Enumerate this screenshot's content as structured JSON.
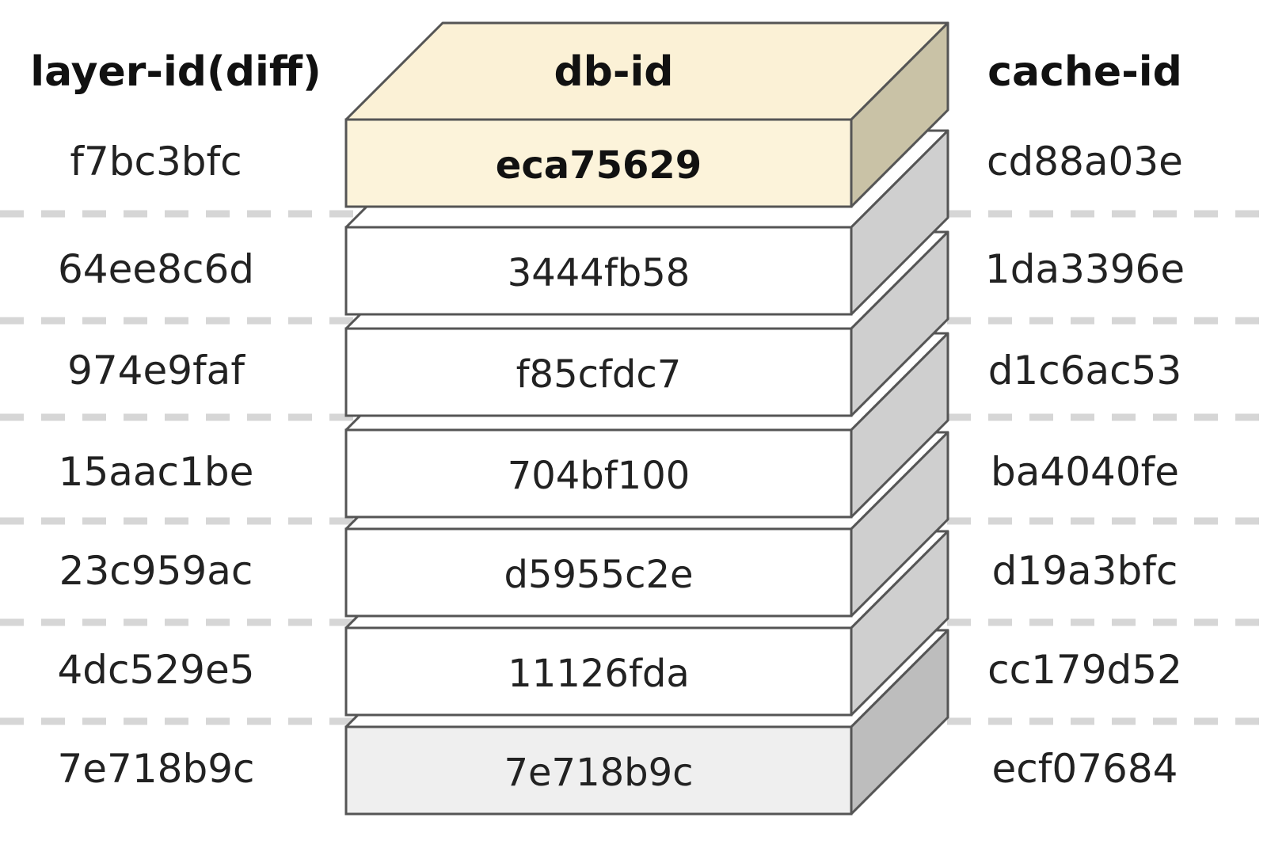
{
  "headers": {
    "layer": "layer-id(diff)",
    "db": "db-id",
    "cache": "cache-id"
  },
  "rows": [
    {
      "layer": "f7bc3bfc",
      "db": "eca75629",
      "cache": "cd88a03e"
    },
    {
      "layer": "64ee8c6d",
      "db": "3444fb58",
      "cache": "1da3396e"
    },
    {
      "layer": "974e9faf",
      "db": "f85cfdc7",
      "cache": "d1c6ac53"
    },
    {
      "layer": "15aac1be",
      "db": "704bf100",
      "cache": "ba4040fe"
    },
    {
      "layer": "23c959ac",
      "db": "d5955c2e",
      "cache": "d19a3bfc"
    },
    {
      "layer": "4dc529e5",
      "db": "11126fda",
      "cache": "cc179d52"
    },
    {
      "layer": "7e718b9c",
      "db": "7e718b9c",
      "cache": "ecf07684"
    }
  ],
  "colors": {
    "top_front": "#fcf3da",
    "top_lid": "#fbf1d6",
    "top_side": "#c9c2a6",
    "mid_front": "#ffffff",
    "mid_side": "#cfcfcf",
    "base_front": "#efefef",
    "base_side": "#bdbdbd",
    "edge": "#555555",
    "separator": "#d6d6d6"
  }
}
